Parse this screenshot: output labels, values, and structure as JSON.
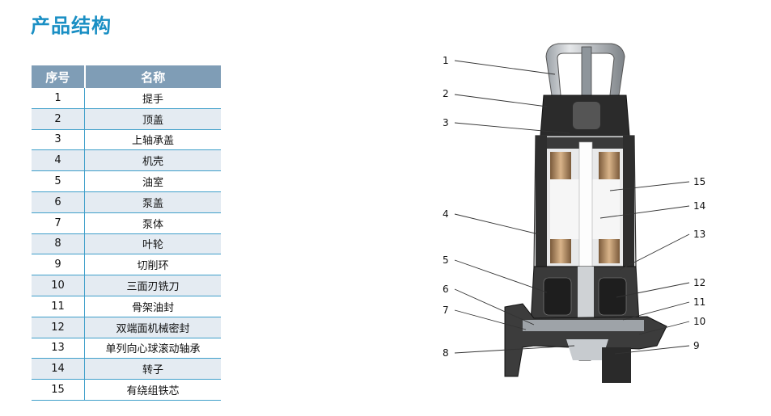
{
  "title": "产品结构",
  "table": {
    "headers": [
      "序号",
      "名称"
    ],
    "rows": [
      {
        "num": "1",
        "name": "提手"
      },
      {
        "num": "2",
        "name": "顶盖"
      },
      {
        "num": "3",
        "name": "上轴承盖"
      },
      {
        "num": "4",
        "name": "机壳"
      },
      {
        "num": "5",
        "name": "油室"
      },
      {
        "num": "6",
        "name": "泵盖"
      },
      {
        "num": "7",
        "name": "泵体"
      },
      {
        "num": "8",
        "name": "叶轮"
      },
      {
        "num": "9",
        "name": "切削环"
      },
      {
        "num": "10",
        "name": "三面刃铣刀"
      },
      {
        "num": "11",
        "name": "骨架油封"
      },
      {
        "num": "12",
        "name": "双端面机械密封"
      },
      {
        "num": "13",
        "name": "单列向心球滚动轴承"
      },
      {
        "num": "14",
        "name": "转子"
      },
      {
        "num": "15",
        "name": "有绕组铁芯"
      }
    ]
  },
  "callouts": [
    "1",
    "2",
    "3",
    "4",
    "5",
    "6",
    "7",
    "8",
    "9",
    "10",
    "11",
    "12",
    "13",
    "14",
    "15"
  ],
  "colors": {
    "title": "#1a8fc4",
    "header_bg": "#7f9db6",
    "alt_row": "#e4ebf2",
    "rule": "#3f9fca"
  }
}
